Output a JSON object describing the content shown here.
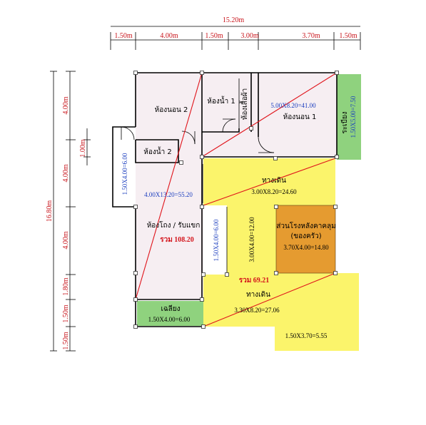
{
  "colors": {
    "yellow": "#fbf46b",
    "green": "#8fd27e",
    "orange": "#e59b30",
    "pink": "#f6eef2",
    "red": "#e0141b",
    "blue": "#1a3dbf"
  },
  "dimensions": {
    "top_total": "15.20m",
    "top_segments": [
      "1.50m",
      "4.00m",
      "1.50m",
      "3.00m",
      "3.70m",
      "1.50m"
    ],
    "left_total": "16.80m",
    "left_segments": [
      "4.00m",
      "4.00m",
      "4.00m",
      "1.80m",
      "1.50m",
      "1.50m"
    ],
    "inner_left": "1.00m"
  },
  "rooms": {
    "bedroom2": "ห้องนอน 2",
    "bathroom1": "ห้องน้ำ 1",
    "closet": "ห้องเสื้อผ้า",
    "bedroom1": "ห้องนอน 1",
    "bathroom2": "ห้องน้ำ 2",
    "living": "ห้องโถง / รับแขก",
    "walkway1": "ทางเดิน",
    "walkway2": "ทางเดิน",
    "kitchen": "ส่วนโรงหลังคาคลุม",
    "kitchen_sub": "(ของครัว)",
    "balcony_right": "ระเบียง",
    "balcony_bottom": "เฉลียง"
  },
  "areas": {
    "bedroom1": "5.00X8.20=41.00",
    "main_block": "4.00X13.20=55.20",
    "left_strip": "1.50X4.00=6.00",
    "balcony_right": "1.50X5.00=7.50",
    "walkway1": "3.00X8.20=24.60",
    "mid_strip": "1.50X4.00=6.00",
    "yellow_mid": "3.00X4.00=12.00",
    "kitchen": "3.70X4.00=14.80",
    "walkway2": "3.30X8.20=27.06",
    "balcony_bottom": "1.50X4.00=6.00",
    "bottom_right": "1.50X3.70=5.55"
  },
  "totals": {
    "left": "รวม 108.20",
    "right": "รวม 69.21"
  }
}
